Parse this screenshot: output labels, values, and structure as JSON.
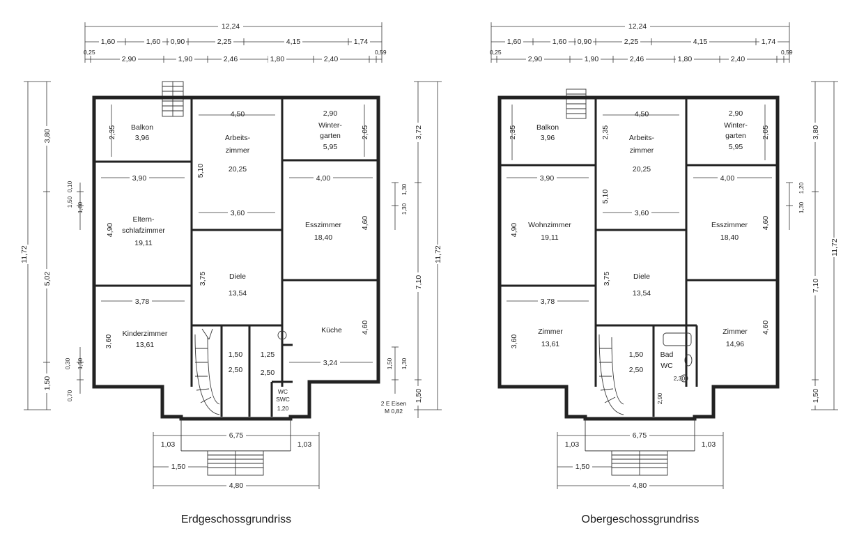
{
  "ground_floor": {
    "caption": "Erdgeschossgrundriss",
    "rooms": [
      {
        "id": "balkon",
        "name": "Balkon",
        "area": "3,96"
      },
      {
        "id": "arbeitszimmer",
        "dim": "4,50",
        "name1": "Arbeits-",
        "name2": "zimmer",
        "area": "20,25"
      },
      {
        "id": "wintergarten",
        "dim": "2,90",
        "name1": "Winter-",
        "name2": "garten",
        "area": "5,95"
      },
      {
        "id": "schlafzimmer",
        "name1": "Eltern-",
        "name2": "schlafzimmer",
        "area": "19,11"
      },
      {
        "id": "esszimmer",
        "name": "Esszimmer",
        "area": "18,40"
      },
      {
        "id": "diele",
        "name": "Diele",
        "area": "13,54"
      },
      {
        "id": "kinderzimmer",
        "name": "Kinderzimmer",
        "area": "13,61"
      },
      {
        "id": "kueche",
        "name": "Küche"
      },
      {
        "id": "wc",
        "name1": "WC",
        "name2": "SWC"
      }
    ],
    "top_dims": {
      "overall": "12,24",
      "row1": [
        "1,60",
        "1,60",
        "0,90",
        "2,25",
        "4,15",
        "1,74"
      ],
      "row2": [
        "2,90",
        "1,90",
        "2,46",
        "1,80",
        "2,40"
      ],
      "edge_left": "0,25",
      "edge_right": "0,59"
    },
    "left_dims": {
      "overall": "11,72",
      "a": "3,80",
      "b": "5,02",
      "c": "1,50",
      "d": "0,10",
      "e": "1,50",
      "f": "1,60",
      "g": "0,30",
      "h": "1,50",
      "i": "0,70"
    },
    "right_dims": {
      "overall": "11,72",
      "a": "3,72",
      "b": "7,10",
      "c": "1,50",
      "d": "1,30",
      "e": "1,30",
      "f": "1,50",
      "g": "1,30"
    },
    "inner_dims": {
      "balkon_h": "2,35",
      "wg_h": "2,05",
      "s_w": "3,90",
      "arb_h": "5,10",
      "a_w": "3,60",
      "e_w": "4,00",
      "s_h": "4,90",
      "e_h": "4,60",
      "d_h": "3,75",
      "k_w": "3,78",
      "k_h": "3,60",
      "ku_h": "4,60",
      "ku_w": "3,24",
      "st_a": "1,50",
      "st_b": "2,50",
      "c_a": "1,25",
      "c_b": "2,50",
      "wc_w": "1,20"
    },
    "note1": "2 E Eisen",
    "note2": "M 0,82",
    "bottom_dims": {
      "width": "6,75",
      "left": "1,03",
      "right": "1,03",
      "stair": "1,50",
      "overall": "4,80"
    }
  },
  "upper_floor": {
    "caption": "Obergeschossgrundriss",
    "rooms": [
      {
        "id": "balkon",
        "name": "Balkon",
        "area": "3,96"
      },
      {
        "id": "arbeitszimmer",
        "dim": "4,50",
        "name1": "Arbeits-",
        "name2": "zimmer",
        "area": "20,25"
      },
      {
        "id": "wintergarten",
        "dim": "2,90",
        "name1": "Winter-",
        "name2": "garten",
        "area": "5,95"
      },
      {
        "id": "wohnzimmer",
        "name": "Wohnzimmer",
        "area": "19,11"
      },
      {
        "id": "esszimmer",
        "name": "Esszimmer",
        "area": "18,40"
      },
      {
        "id": "diele",
        "name": "Diele",
        "area": "13,54"
      },
      {
        "id": "zimmer1",
        "name": "Zimmer",
        "area": "13,61"
      },
      {
        "id": "zimmer2",
        "name": "Zimmer",
        "area": "14,96"
      },
      {
        "id": "bad",
        "name1": "Bad",
        "name2": "WC"
      }
    ],
    "top_dims": {
      "overall": "12,24",
      "row1": [
        "1,60",
        "1,60",
        "0,90",
        "2,25",
        "4,15",
        "1,74"
      ],
      "row2": [
        "2,90",
        "1,90",
        "2,46",
        "1,80",
        "2,40"
      ],
      "edge_left": "0,25",
      "edge_right": "0,59"
    },
    "left_dims": {
      "a": "4,90",
      "b": "3,60"
    },
    "right_dims": {
      "overall": "11,72",
      "a": "3,80",
      "b": "7,10",
      "c": "1,50",
      "d": "1,20",
      "e": "1,30"
    },
    "inner_dims": {
      "balkon_h": "2,35",
      "arb_h1": "2,35",
      "wg_h": "2,05",
      "s_w": "3,90",
      "arb_h": "5,10",
      "a_w": "3,60",
      "e_w": "4,00",
      "e_h": "4,60",
      "d_h": "3,75",
      "k_w": "3,78",
      "z_h": "4,60",
      "st_a": "1,50",
      "st_b": "2,50",
      "bad_h": "2,90",
      "small": "2,30"
    },
    "bottom_dims": {
      "width": "6,75",
      "left": "1,03",
      "right": "1,03",
      "stair": "1,50",
      "overall": "4,80"
    }
  }
}
